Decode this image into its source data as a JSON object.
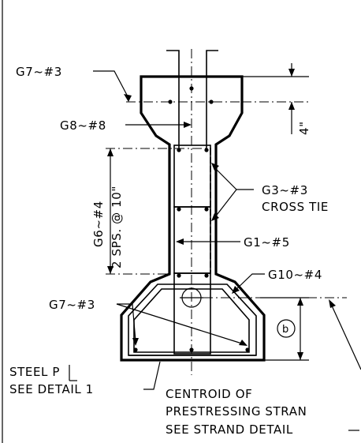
{
  "labels": {
    "g7_top": "G7~#3",
    "g8": "G8~#8",
    "dim_4in": "4\"",
    "g3": "G3~#3",
    "cross_tie": "CROSS TIE",
    "g6": "G6~#4",
    "g6_spacing": "2 SPS. @ 10\"",
    "g1": "G1~#5",
    "g10": "G10~#4",
    "g7_bottom": "G7~#3",
    "b_marker": "b",
    "steel_plate_1": "STEEL P",
    "steel_plate_2": "SEE DETAIL 1",
    "centroid_1": "CENTROID OF",
    "centroid_2": "PRESTRESSING STRAN",
    "centroid_3": "SEE STRAND DETAIL"
  }
}
